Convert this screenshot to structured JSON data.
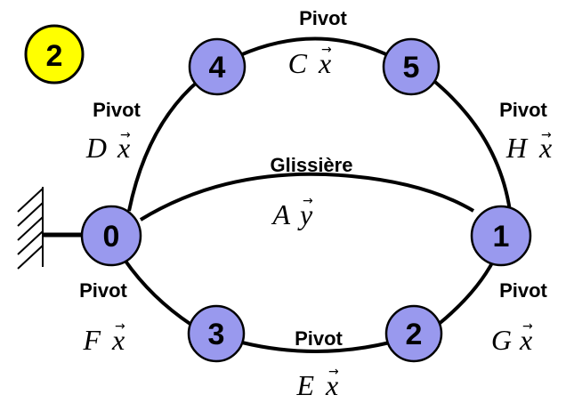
{
  "badge": {
    "label": "2",
    "color": "#ffff00"
  },
  "node_color": "#9999ee",
  "nodes": {
    "n0": "0",
    "n1": "1",
    "n2": "2",
    "n3": "3",
    "n4": "4",
    "n5": "5"
  },
  "joints": {
    "C": {
      "type": "Pivot",
      "point": "C",
      "axis": "x"
    },
    "D": {
      "type": "Pivot",
      "point": "D",
      "axis": "x"
    },
    "H": {
      "type": "Pivot",
      "point": "H",
      "axis": "x"
    },
    "A": {
      "type": "Glissière",
      "point": "A",
      "axis": "y"
    },
    "F": {
      "type": "Pivot",
      "point": "F",
      "axis": "x"
    },
    "G": {
      "type": "Pivot",
      "point": "G",
      "axis": "x"
    },
    "E": {
      "type": "Pivot",
      "point": "E",
      "axis": "x"
    }
  },
  "arrow_glyph": "→"
}
